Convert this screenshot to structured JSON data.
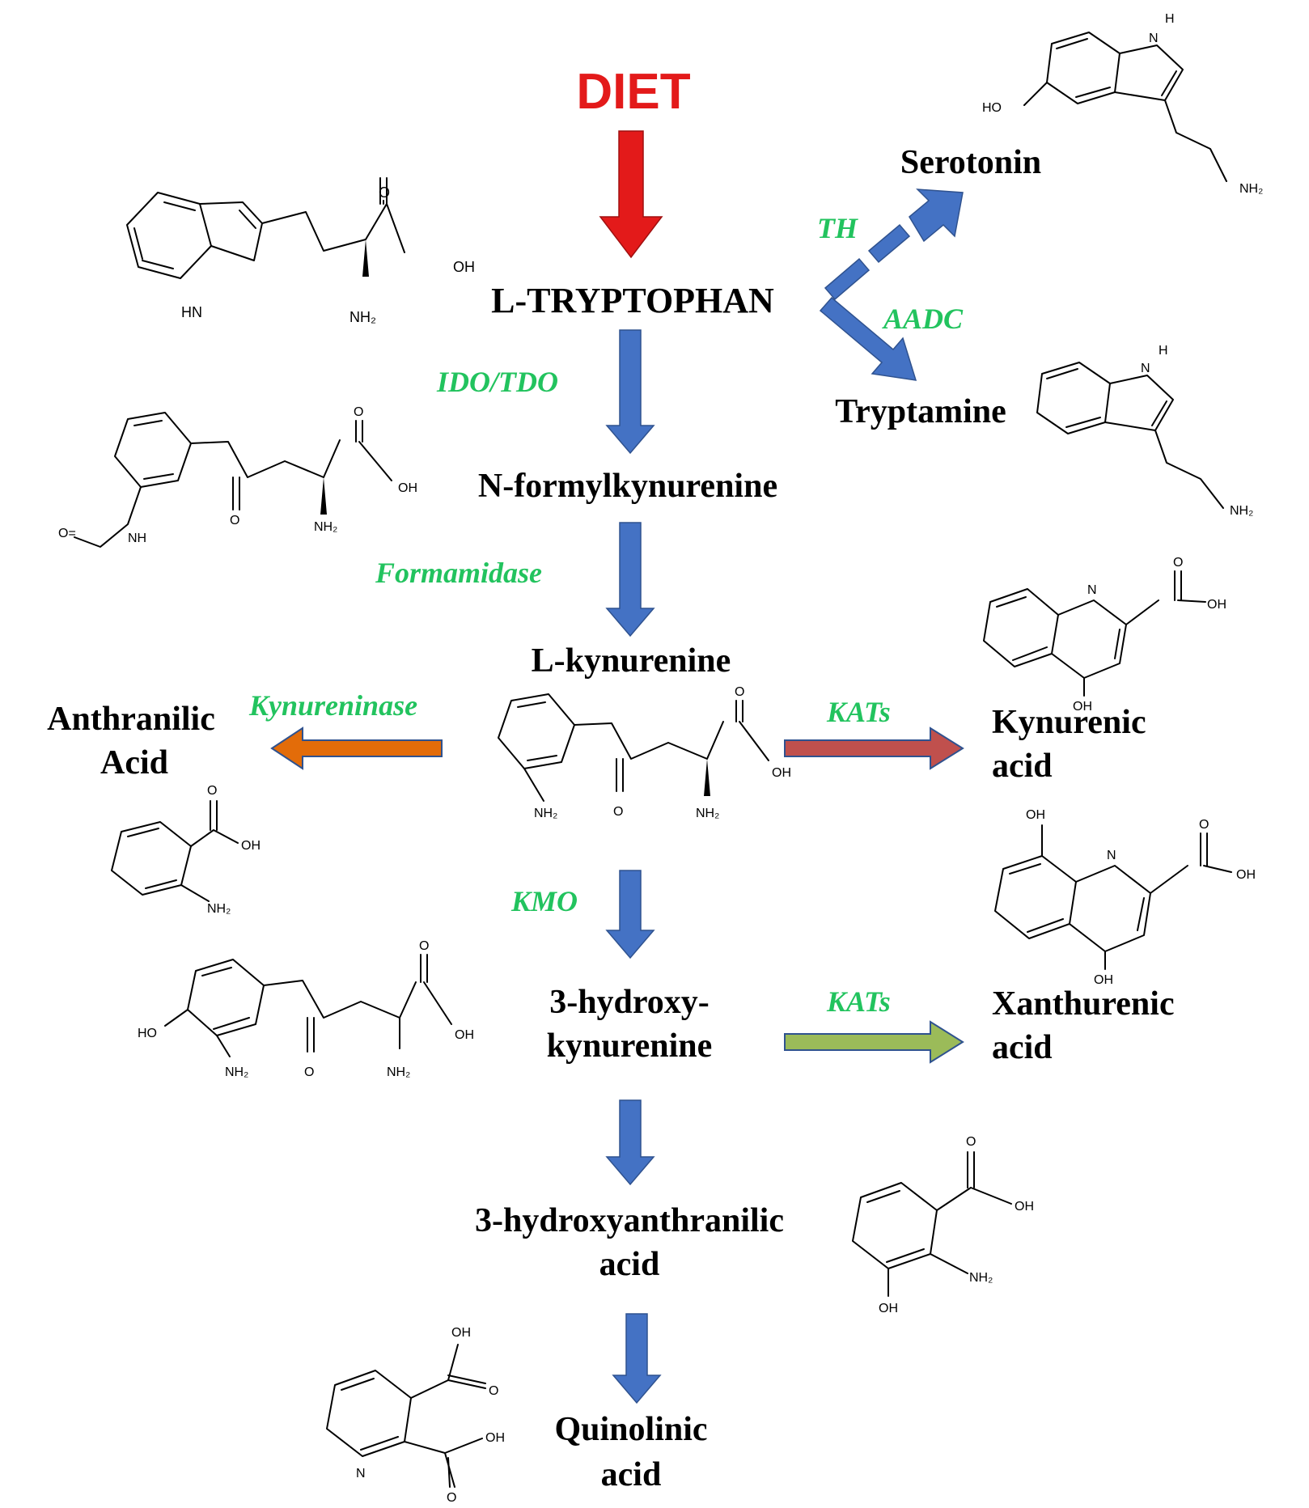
{
  "colors": {
    "diet": "#e31a1a",
    "enzyme": "#22c35e",
    "metabolite_black": "#000000",
    "metabolite_red": "#e31a1a",
    "blue_arrow": "#4472c4",
    "orange_arrow": "#e36c09",
    "red_arrow": "#c0504d",
    "green_arrow": "#9bbb59",
    "arrow_outline": "#2f528f"
  },
  "source": {
    "label": "DIET"
  },
  "metabolites": {
    "tryptophan": "L-TRYPTOPHAN",
    "serotonin": "Serotonin",
    "tryptamine": "Tryptamine",
    "n_formylkynurenine": "N-formylkynurenine",
    "l_kynurenine": "L-kynurenine",
    "anthranilic_line1": "Anthranilic",
    "anthranilic_line2": "Acid",
    "kynurenic_line1": "Kynurenic",
    "kynurenic_line2": "acid",
    "hydroxykyn_line1": "3-hydroxy-",
    "hydroxykyn_line2": "kynurenine",
    "xanthurenic_line1": "Xanthurenic",
    "xanthurenic_line2": "acid",
    "hydroxyanthranilic_line1": "3-hydroxyanthranilic",
    "hydroxyanthranilic_line2": "acid",
    "quinolinic_line1": "Quinolinic",
    "quinolinic_line2": "acid"
  },
  "enzymes": {
    "th": "TH",
    "aadc": "AADC",
    "ido_tdo": "IDO/TDO",
    "formamidase": "Formamidase",
    "kynureninase": "Kynureninase",
    "kats_kynurenic": "KATs",
    "kmo": "KMO",
    "kats_xanthurenic": "KATs"
  },
  "atom_labels": {
    "o": "O",
    "oh": "OH",
    "ho": "HO",
    "nh2": "NH₂",
    "hn": "HN",
    "h": "H",
    "n": "N",
    "nh": "NH",
    "o_eq": "O="
  }
}
